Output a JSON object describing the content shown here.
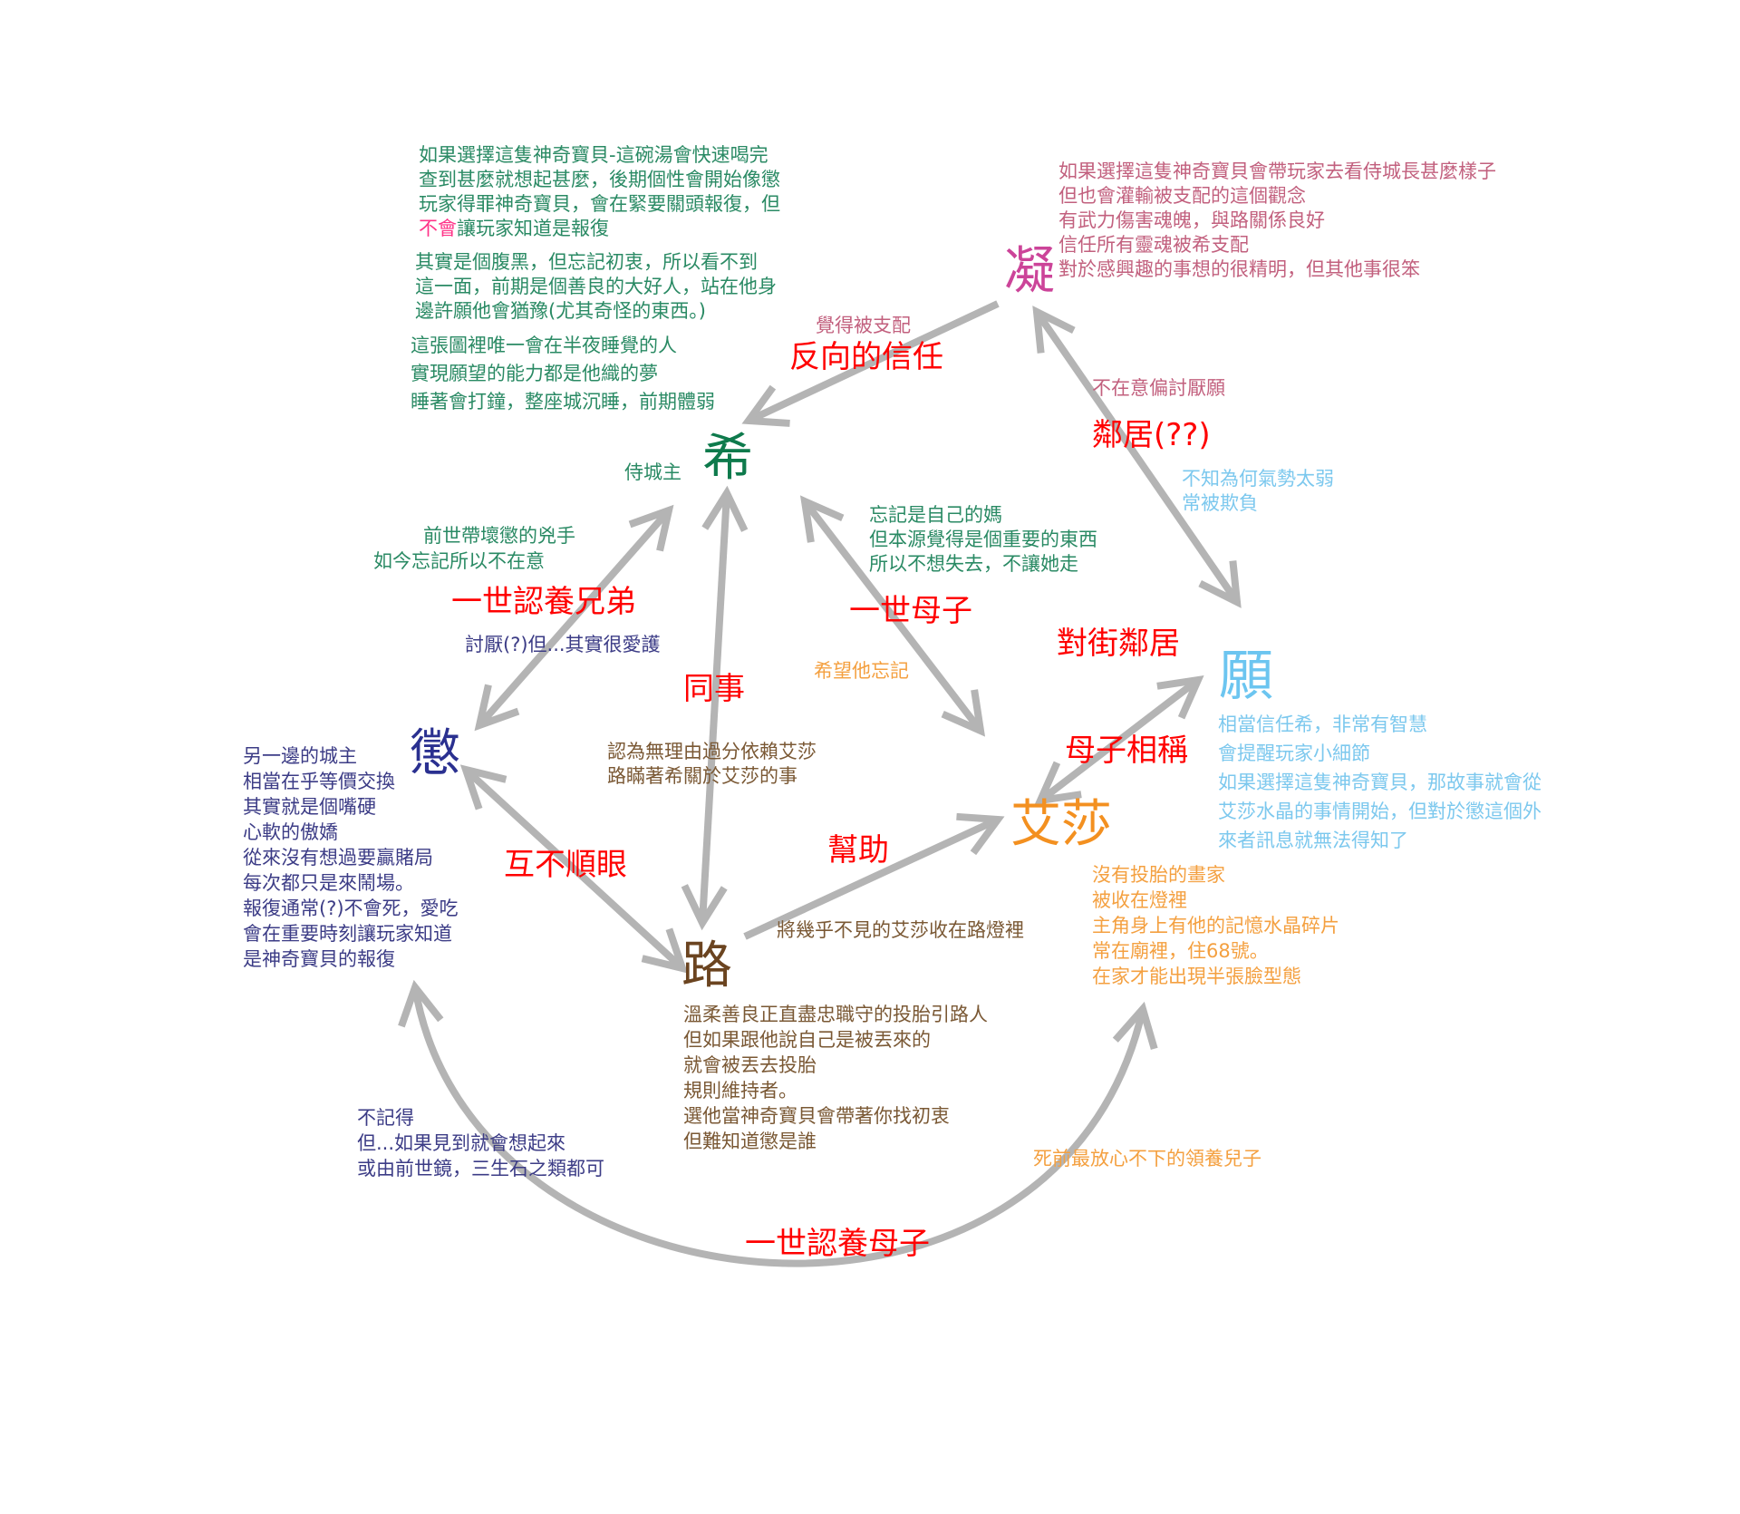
{
  "colors": {
    "arrow": "#b4b4b4",
    "relation": "#ff0000",
    "xi": "#0e7a4c",
    "ning": "#cc4499",
    "yuan": "#6cc5f0",
    "aisha": "#f39020",
    "cheng": "#2a3090",
    "lu": "#6b4420"
  },
  "nodes": {
    "xi": {
      "name": "希",
      "title": "侍城主",
      "block1": {
        "line1": "如果選擇這隻神奇寶貝-這碗湯會快速喝完",
        "line2": "查到甚麼就想起甚麼，後期個性會開始像懲",
        "line3": "玩家得罪神奇寶貝，會在緊要關頭報復，但",
        "line4_emph": "不會",
        "line4_rest": "讓玩家知道是報復"
      },
      "block2": [
        "其實是個腹黑，但忘記初衷，所以看不到",
        "這一面，前期是個善良的大好人，站在他身",
        "邊許願他會猶豫(尤其奇怪的東西。)"
      ],
      "block3": [
        "這張圖裡唯一會在半夜睡覺的人",
        "實現願望的能力都是他織的夢",
        "睡著會打鐘，整座城沉睡，前期體弱"
      ]
    },
    "ning": {
      "name": "凝",
      "lines": [
        "如果選擇這隻神奇寶貝會帶玩家去看侍城長甚麼樣子",
        "但也會灌輸被支配的這個觀念",
        "有武力傷害魂魄，與路關係良好",
        "信任所有靈魂被希支配",
        "對於感興趣的事想的很精明，但其他事很笨"
      ]
    },
    "yuan": {
      "name": "願",
      "lines": [
        "相當信任希，非常有智慧",
        "會提醒玩家小細節",
        "如果選擇這隻神奇寶貝，那故事就會從",
        "艾莎水晶的事情開始，但對於懲這個外",
        "來者訊息就無法得知了"
      ]
    },
    "aisha": {
      "name": "艾莎",
      "lines": [
        "沒有投胎的畫家",
        "被收在燈裡",
        "主角身上有他的記憶水晶碎片",
        "常在廟裡，住68號。",
        "在家才能出現半張臉型態"
      ]
    },
    "cheng": {
      "name": "懲",
      "lines": [
        "另一邊的城主",
        "相當在乎等價交換",
        "其實就是個嘴硬",
        "心軟的傲嬌",
        "從來沒有想過要贏賭局",
        "每次都只是來鬧場。",
        "報復通常(?)不會死，愛吃",
        "會在重要時刻讓玩家知道",
        "是神奇寶貝的報復"
      ]
    },
    "lu": {
      "name": "路",
      "lines": [
        "溫柔善良正直盡忠職守的投胎引路人",
        "但如果跟他說自己是被丟來的",
        "就會被丟去投胎",
        "規則維持者。",
        "選他當神奇寶貝會帶著你找初衷",
        "但難知道懲是誰"
      ]
    }
  },
  "relations": {
    "ning_xi": {
      "label": "反向的信任",
      "note": "覺得被支配"
    },
    "ning_yuan": {
      "label": "鄰居(??)",
      "note_ning": "不在意偏討厭願",
      "note_yuan": [
        "不知為何氣勢太弱",
        "常被欺負"
      ]
    },
    "xi_cheng": {
      "label": "一世認養兄弟",
      "note_xi": [
        "前世帶壞懲的兇手",
        "如今忘記所以不在意"
      ],
      "note_cheng": "討厭(?)但...其實很愛護"
    },
    "xi_lu": {
      "label": "同事",
      "note": [
        "認為無理由過分依賴艾莎",
        "路瞞著希關於艾莎的事"
      ]
    },
    "xi_aisha": {
      "label": "一世母子",
      "note_xi": [
        "忘記是自己的媽",
        "但本源覺得是個重要的東西",
        "所以不想失去，不讓她走"
      ],
      "note_aisha": "希望他忘記"
    },
    "yuan_aisha": {
      "label": "母子相稱",
      "label2": "對街鄰居"
    },
    "cheng_lu": {
      "label": "互不順眼"
    },
    "lu_aisha": {
      "label": "幫助",
      "note": "將幾乎不見的艾莎收在路燈裡"
    },
    "cheng_aisha": {
      "label": "一世認養母子",
      "note_cheng": [
        "不記得",
        "但...如果見到就會想起來",
        "或由前世鏡，三生石之類都可"
      ],
      "note_aisha": "死前最放心不下的領養兒子"
    }
  }
}
